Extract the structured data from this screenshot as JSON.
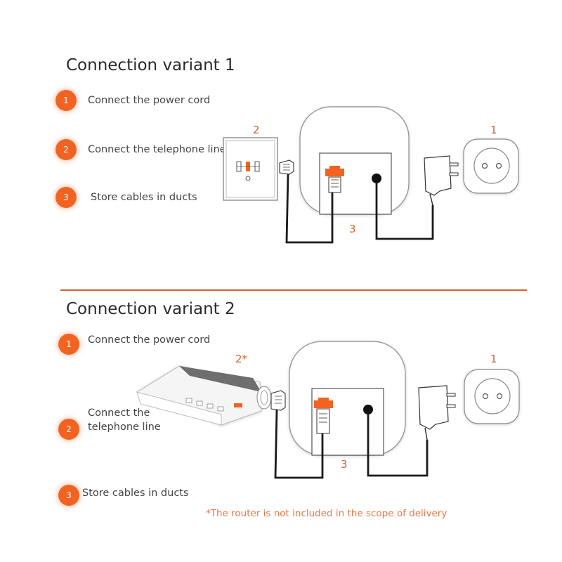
{
  "variant1": {
    "title": "Connection variant 1",
    "steps": [
      {
        "num": "1",
        "text": "Connect the power cord"
      },
      {
        "num": "2",
        "text": "Connect the telephone line"
      },
      {
        "num": "3",
        "text": "Store cables in ducts"
      }
    ],
    "callouts": {
      "socket": "2",
      "power_outlet": "1",
      "duct": "3"
    }
  },
  "variant2": {
    "title": "Connection variant 2",
    "steps": [
      {
        "num": "1",
        "text": "Connect the power cord"
      },
      {
        "num": "2",
        "text_line1": "Connect the",
        "text_line2": "telephone line"
      },
      {
        "num": "3",
        "text": "Store cables in ducts"
      }
    ],
    "callouts": {
      "router": "2*",
      "power_outlet": "1",
      "duct": "3"
    }
  },
  "footnote": "*The router is not included in the scope of delivery",
  "colors": {
    "accent": "#f26322",
    "divider": "#d2622d",
    "line": "#1a1a1a"
  }
}
